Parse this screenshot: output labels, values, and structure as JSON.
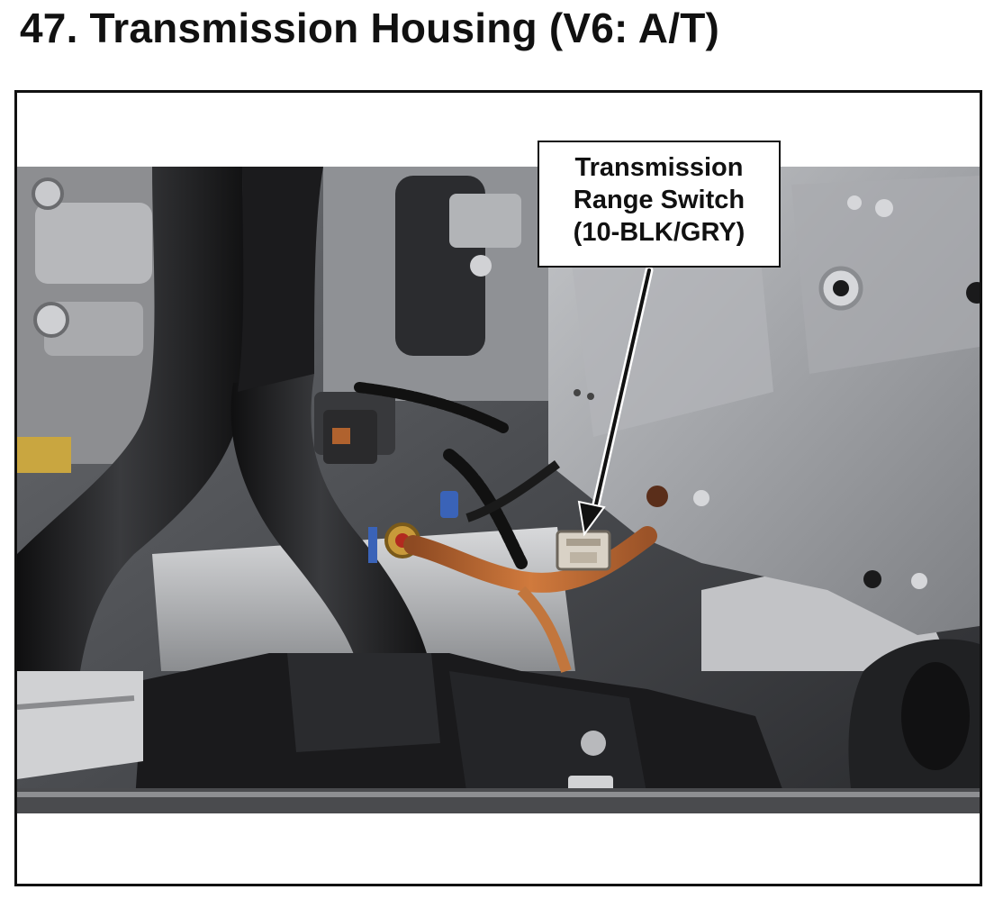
{
  "page": {
    "title": "47.  Transmission Housing (V6: A/T)"
  },
  "figure": {
    "callout": {
      "line1": "Transmission",
      "line2": "Range Switch",
      "line3": "(10-BLK/GRY)"
    }
  },
  "colors": {
    "frame": "#111111",
    "hose": "#1c1c1e",
    "bracket": "#9a9ca0",
    "harness_copper": "#b5652f",
    "connector": "#d9d2c6"
  }
}
